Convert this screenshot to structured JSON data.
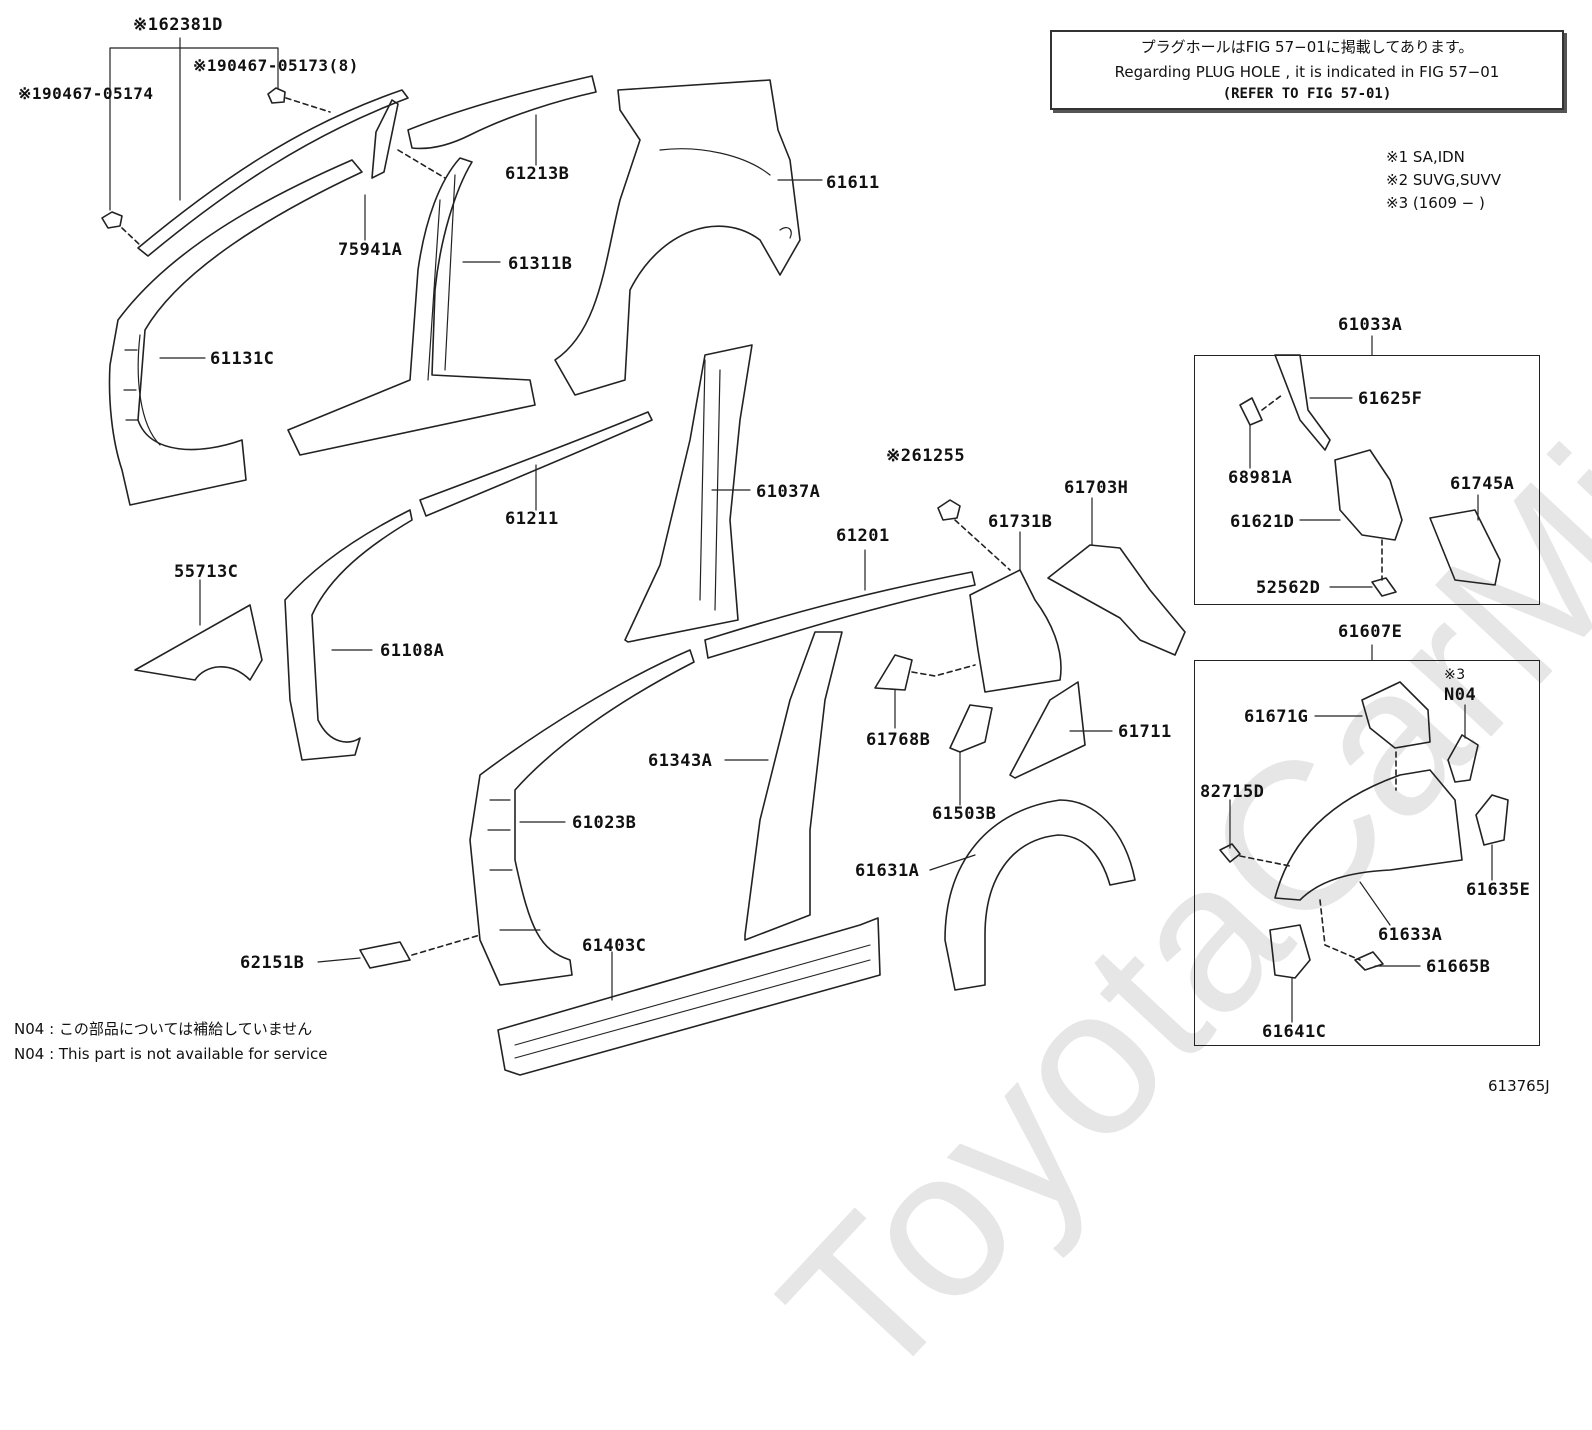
{
  "watermark": "ToyotaCarMine.ru",
  "note": {
    "jp": "プラグホールはFIG 57−01に掲載してあります。",
    "en": "Regarding  PLUG  HOLE , it is indicated in FIG  57−01",
    "ref": "(REFER TO FIG 57-01)"
  },
  "variants": [
    "※1 SA,IDN",
    "※2 SUVG,SUVV",
    "※3 (1609 −     )"
  ],
  "footer": {
    "jp": "N04 : この部品については補給していません",
    "en": "N04 : This part is not available for service"
  },
  "figure_id": "613765J",
  "parts": {
    "p62381D": "※162381D",
    "p9046705174": "※190467-05174",
    "p9046705173": "※190467-05173(8)",
    "p61213B": "61213B",
    "p61611": "61611",
    "p75941A": "75941A",
    "p61311B": "61311B",
    "p61131C": "61131C",
    "p61211": "61211",
    "p61037A": "61037A",
    "p61255": "※261255",
    "p61703H": "61703H",
    "p61731B": "61731B",
    "p61201": "61201",
    "p55713C": "55713C",
    "p61108A": "61108A",
    "p61768B": "61768B",
    "p61711": "61711",
    "p61343A": "61343A",
    "p61503B": "61503B",
    "p61023B": "61023B",
    "p61631A": "61631A",
    "p62151B": "62151B",
    "p61403C": "61403C",
    "p61033A": "61033A",
    "p61625F": "61625F",
    "p68981A": "68981A",
    "p61745A": "61745A",
    "p61621D": "61621D",
    "p52562D": "52562D",
    "p61607E": "61607E",
    "p3note": "※3",
    "pN04": "N04",
    "p61671G": "61671G",
    "p82715D": "82715D",
    "p61635E": "61635E",
    "p61633A": "61633A",
    "p61665B": "61665B",
    "p61641C": "61641C"
  }
}
